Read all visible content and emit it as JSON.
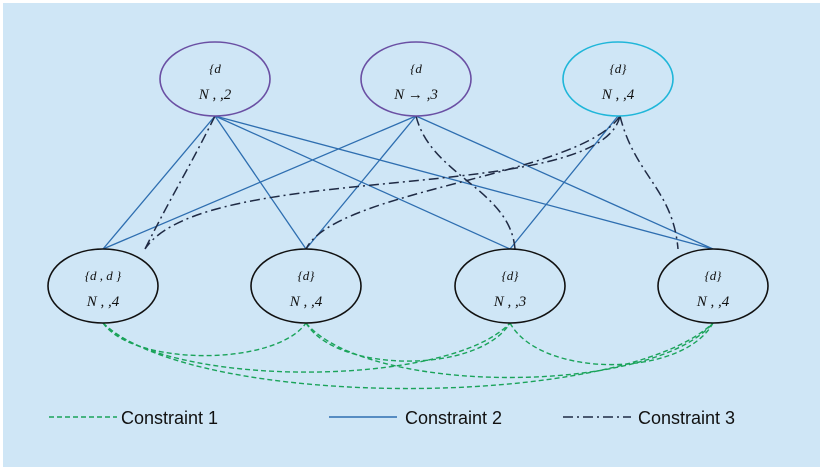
{
  "colors": {
    "background": "#cfe6f6",
    "constraint_1": "#1aa35a",
    "constraint_2": "#2e6eb0",
    "constraint_3": "#1f2a44",
    "top_node_border": "#6a4fa3",
    "top_node_border_highlight": "#1fb6d9",
    "bottom_node_border": "#111111"
  },
  "nodes": {
    "top": [
      {
        "id": "t1",
        "line1": "{d",
        "line2": "N    ,  ,2",
        "border": "top_node_border"
      },
      {
        "id": "t2",
        "line1": "{d",
        "line2": "N  →  ,3",
        "border": "top_node_border"
      },
      {
        "id": "t3",
        "line1": "{d}",
        "line2": "N    ,  ,4",
        "border": "top_node_border_highlight"
      }
    ],
    "bottom": [
      {
        "id": "b1",
        "line1": "{d  , d  }",
        "line2": "N    ,  ,4"
      },
      {
        "id": "b2",
        "line1": "{d}",
        "line2": "N    ,  ,4"
      },
      {
        "id": "b3",
        "line1": "{d}",
        "line2": "N    ,  ,3"
      },
      {
        "id": "b4",
        "line1": "{d}",
        "line2": "N    ,  ,4"
      }
    ]
  },
  "edges": {
    "constraint_2": [
      [
        "t1",
        "b1"
      ],
      [
        "t1",
        "b2"
      ],
      [
        "t1",
        "b3"
      ],
      [
        "t1",
        "b4"
      ],
      [
        "t2",
        "b1"
      ],
      [
        "t2",
        "b2"
      ],
      [
        "t2",
        "b4"
      ],
      [
        "t3",
        "b3"
      ]
    ],
    "constraint_3": [
      [
        "t1",
        "b1"
      ],
      [
        "t3",
        "b1"
      ],
      [
        "t3",
        "b2"
      ],
      [
        "t2",
        "b3"
      ],
      [
        "t3",
        "b4"
      ]
    ],
    "constraint_1": [
      [
        "b1",
        "b2"
      ],
      [
        "b1",
        "b3"
      ],
      [
        "b1",
        "b4"
      ],
      [
        "b2",
        "b3"
      ],
      [
        "b2",
        "b4"
      ],
      [
        "b3",
        "b4"
      ]
    ]
  },
  "legend": [
    {
      "key": "constraint_1",
      "label": "Constraint 1",
      "style": "dashed"
    },
    {
      "key": "constraint_2",
      "label": "Constraint 2",
      "style": "solid"
    },
    {
      "key": "constraint_3",
      "label": "Constraint 3",
      "style": "dashdot"
    }
  ]
}
